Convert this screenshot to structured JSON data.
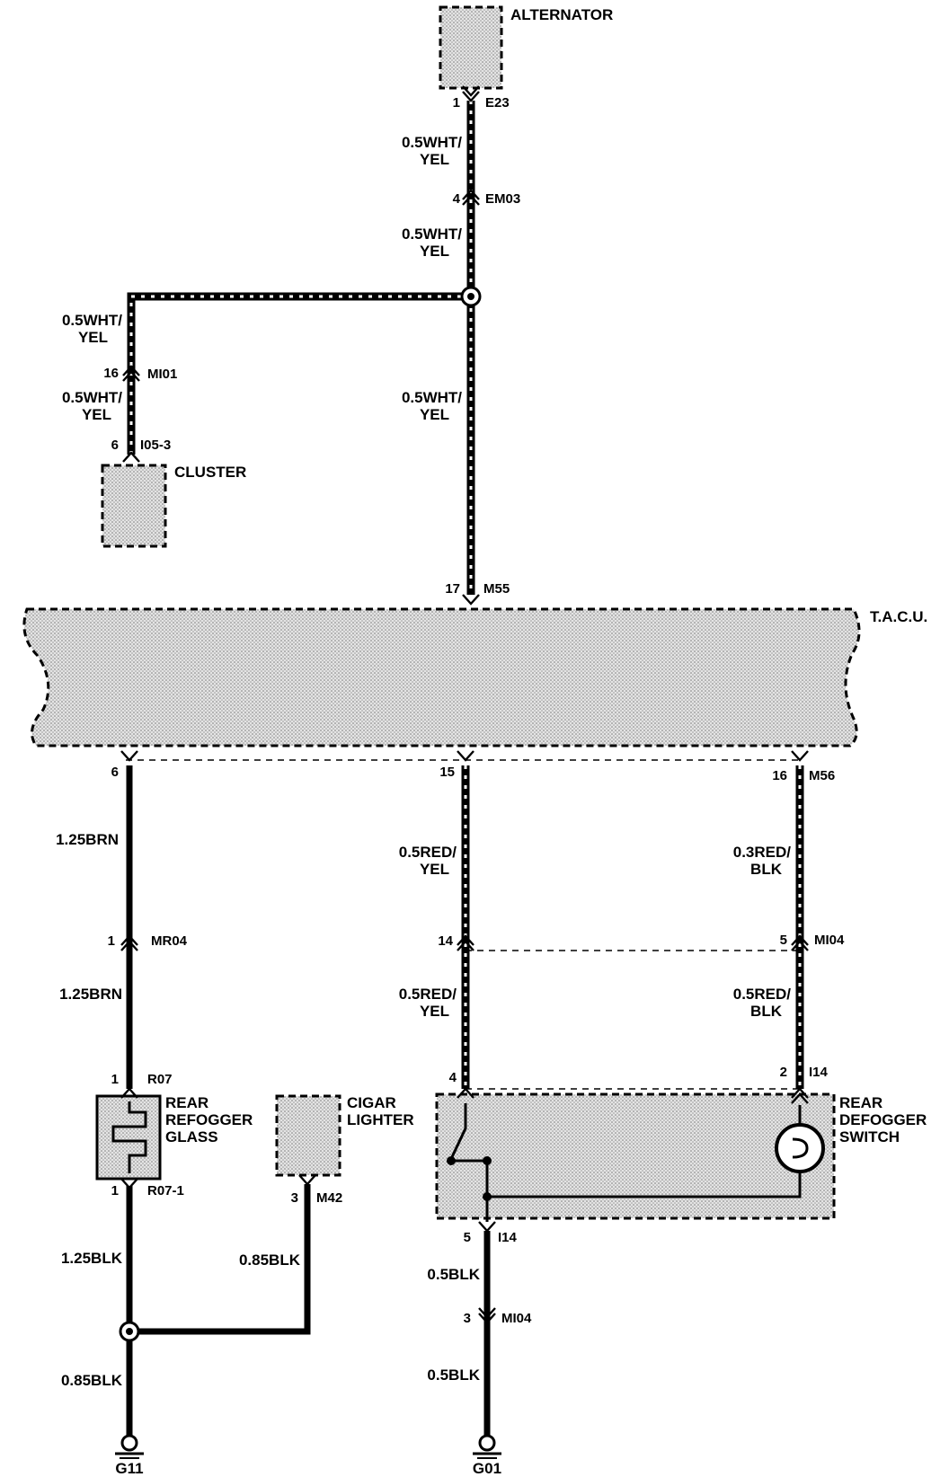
{
  "components": {
    "alternator": "ALTERNATOR",
    "cluster": "CLUSTER",
    "tacu": "T.A.C.U.",
    "rear_refogger_glass": [
      "REAR",
      "REFOGGER",
      "GLASS"
    ],
    "cigar_lighter": [
      "CIGAR",
      "LIGHTER"
    ],
    "rear_defogger_switch": [
      "REAR",
      "DEFOGGER",
      "SWITCH"
    ]
  },
  "connectors": {
    "e23": {
      "pin": "1",
      "name": "E23"
    },
    "em03": {
      "pin": "4",
      "name": "EM03"
    },
    "mi01": {
      "pin": "16",
      "name": "MI01"
    },
    "i05_3": {
      "pin": "6",
      "name": "I05-3"
    },
    "m55": {
      "pin": "17",
      "name": "M55"
    },
    "m56_6": {
      "pin": "6"
    },
    "m56_15": {
      "pin": "15"
    },
    "m56_16": {
      "pin": "16",
      "name": "M56"
    },
    "mr04": {
      "pin": "1",
      "name": "MR04"
    },
    "r07": {
      "pin": "1",
      "name": "R07"
    },
    "r07_1": {
      "pin": "1",
      "name": "R07-1"
    },
    "m42": {
      "pin": "3",
      "name": "M42"
    },
    "mi04_14": {
      "pin": "14"
    },
    "mi04_5": {
      "pin": "5",
      "name": "MI04"
    },
    "i14_4": {
      "pin": "4"
    },
    "i14_2": {
      "pin": "2",
      "name": "I14"
    },
    "i14_5": {
      "pin": "5",
      "name": "I14"
    },
    "mi04_3": {
      "pin": "3",
      "name": "MI04"
    }
  },
  "wires": {
    "w1": [
      "0.5WHT/",
      "YEL"
    ],
    "w2": [
      "0.5WHT/",
      "YEL"
    ],
    "w3": [
      "0.5WHT/",
      "YEL"
    ],
    "w4": [
      "0.5WHT/",
      "YEL"
    ],
    "w5": [
      "0.5WHT/",
      "YEL"
    ],
    "brn1": "1.25BRN",
    "brn2": "1.25BRN",
    "redyel1": [
      "0.5RED/",
      "YEL"
    ],
    "redyel2": [
      "0.5RED/",
      "YEL"
    ],
    "redblk1": [
      "0.3RED/",
      "BLK"
    ],
    "redblk2": [
      "0.5RED/",
      "BLK"
    ],
    "blk125": "1.25BLK",
    "blk085a": "0.85BLK",
    "blk085b": "0.85BLK",
    "blk05a": "0.5BLK",
    "blk05b": "0.5BLK"
  },
  "grounds": {
    "g11": "G11",
    "g01": "G01"
  }
}
